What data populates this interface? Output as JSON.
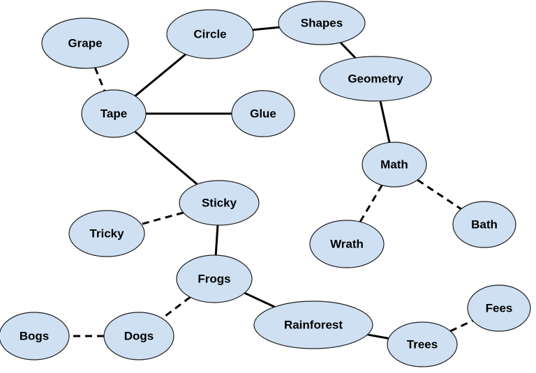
{
  "diagram": {
    "node_fill": "#cfe0f3",
    "node_stroke": "#1f1f1f",
    "edge_color": "#000000",
    "nodes": [
      {
        "id": "grape",
        "label": "Grape"
      },
      {
        "id": "circle",
        "label": "Circle"
      },
      {
        "id": "shapes",
        "label": "Shapes"
      },
      {
        "id": "tape",
        "label": "Tape"
      },
      {
        "id": "glue",
        "label": "Glue"
      },
      {
        "id": "geometry",
        "label": "Geometry"
      },
      {
        "id": "math",
        "label": "Math"
      },
      {
        "id": "sticky",
        "label": "Sticky"
      },
      {
        "id": "tricky",
        "label": "Tricky"
      },
      {
        "id": "wrath",
        "label": "Wrath"
      },
      {
        "id": "bath",
        "label": "Bath"
      },
      {
        "id": "frogs",
        "label": "Frogs"
      },
      {
        "id": "fees",
        "label": "Fees"
      },
      {
        "id": "rainforest",
        "label": "Rainforest"
      },
      {
        "id": "bogs",
        "label": "Bogs"
      },
      {
        "id": "dogs",
        "label": "Dogs"
      },
      {
        "id": "trees",
        "label": "Trees"
      }
    ],
    "edges": [
      {
        "from": "grape",
        "to": "tape",
        "style": "dashed"
      },
      {
        "from": "tape",
        "to": "circle",
        "style": "solid"
      },
      {
        "from": "circle",
        "to": "shapes",
        "style": "solid"
      },
      {
        "from": "shapes",
        "to": "geometry",
        "style": "solid"
      },
      {
        "from": "geometry",
        "to": "math",
        "style": "solid"
      },
      {
        "from": "tape",
        "to": "glue",
        "style": "solid"
      },
      {
        "from": "tape",
        "to": "sticky",
        "style": "solid"
      },
      {
        "from": "sticky",
        "to": "tricky",
        "style": "dashed"
      },
      {
        "from": "sticky",
        "to": "frogs",
        "style": "solid"
      },
      {
        "from": "math",
        "to": "wrath",
        "style": "dashed"
      },
      {
        "from": "math",
        "to": "bath",
        "style": "dashed"
      },
      {
        "from": "frogs",
        "to": "dogs",
        "style": "dashed"
      },
      {
        "from": "dogs",
        "to": "bogs",
        "style": "dashed"
      },
      {
        "from": "frogs",
        "to": "rainforest",
        "style": "solid"
      },
      {
        "from": "rainforest",
        "to": "trees",
        "style": "solid"
      },
      {
        "from": "trees",
        "to": "fees",
        "style": "dashed"
      }
    ]
  }
}
